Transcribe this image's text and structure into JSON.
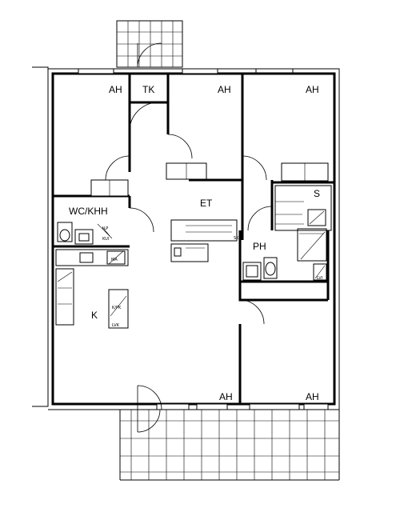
{
  "rooms": {
    "ah_top_left": "AH",
    "tk": "TK",
    "ah_top_mid": "AH",
    "ah_top_right": "AH",
    "et": "ET",
    "s": "S",
    "wc_khh": "WC/KHH",
    "ph": "PH",
    "k": "K",
    "ah_bottom_mid": "AH",
    "ah_bottom_right": "AH"
  },
  "fixtures": {
    "ilp": "ILP",
    "kui": "KUI",
    "ma": "MA",
    "kpk": "K/PK",
    "lvk": "LVK",
    "lvi": "LVI",
    "sk": "SK"
  }
}
